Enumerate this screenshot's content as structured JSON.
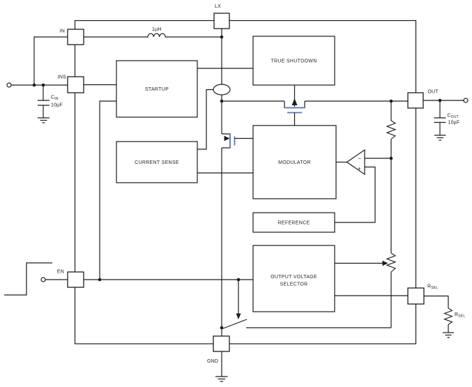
{
  "diagram": {
    "pins": {
      "lx": "LX",
      "in": "IN",
      "ins": "INS",
      "en": "EN",
      "out": "OUT",
      "gnd": "GND",
      "rsel_base": "R",
      "rsel_sub": "SEL"
    },
    "blocks": {
      "startup": "STARTUP",
      "true_shutdown": "TRUE SHUTDOWN",
      "current_sense": "CURRENT SENSE",
      "modulator": "MODULATOR",
      "reference": "REFERENCE",
      "selector_line1": "OUTPUT VOLTAGE",
      "selector_line2": "SELECTOR"
    },
    "components": {
      "inductor_value": "1µH",
      "cin_base": "C",
      "cin_sub": "IN",
      "cin_value": "10µF",
      "cout_base": "C",
      "cout_sub": "OUT",
      "cout_value": "10µF",
      "rsel_ext_base": "R",
      "rsel_ext_sub": "SEL",
      "comparator_minus": "−",
      "comparator_plus": "+"
    },
    "colors": {
      "line": "#1c1c1c",
      "mosfet": "#5b7aa5",
      "background": "#ffffff"
    }
  }
}
